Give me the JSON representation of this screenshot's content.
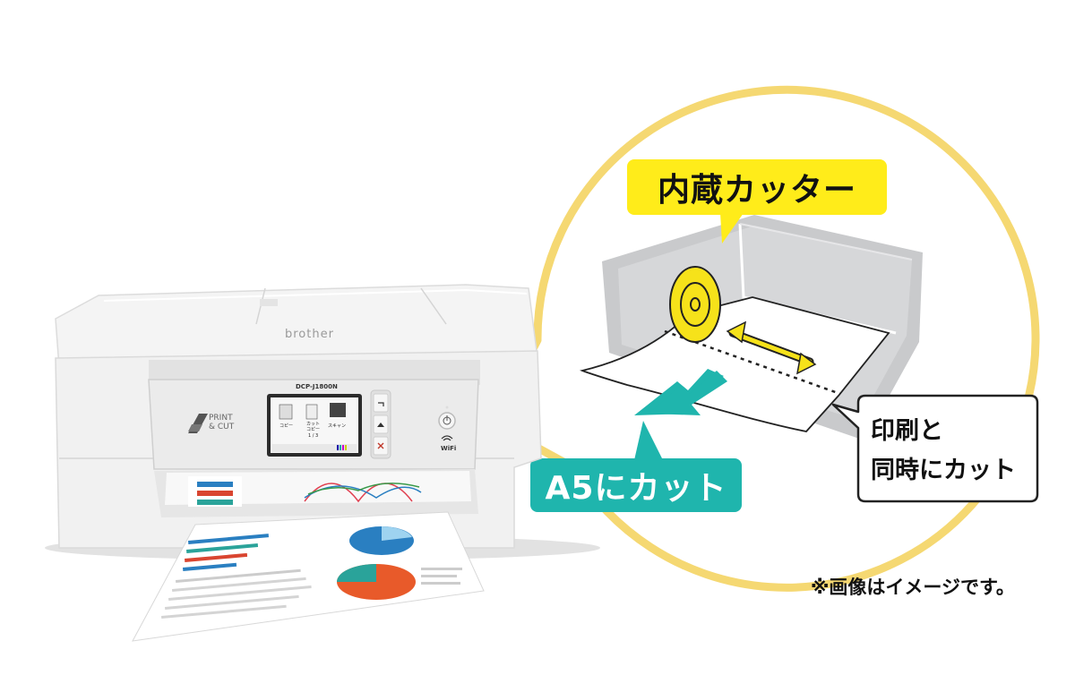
{
  "callouts": {
    "builtin_cutter": "内蔵カッター",
    "cut_to_a5": "A5にカット",
    "print_and_cut_line1": "印刷と",
    "print_and_cut_line2": "同時にカット"
  },
  "note": "※画像はイメージです。",
  "printer": {
    "brand": "brother",
    "model": "DCP-J1800N",
    "logo_line1": "PRINT",
    "logo_line2": "& CUT",
    "wifi_label": "WiFi",
    "lcd": {
      "copy": "コピー",
      "cut_copy_1": "カット",
      "cut_copy_2": "コピー",
      "scan": "スキャン",
      "page": "1 / 3"
    }
  },
  "colors": {
    "circle_border": "#f5d872",
    "callout_yellow": "#ffec1a",
    "callout_teal": "#1fb5ad",
    "arrow_teal": "#1fb5ad",
    "cutter_yellow": "#f6e21a",
    "arrow_double_yellow": "#f6e21a"
  }
}
